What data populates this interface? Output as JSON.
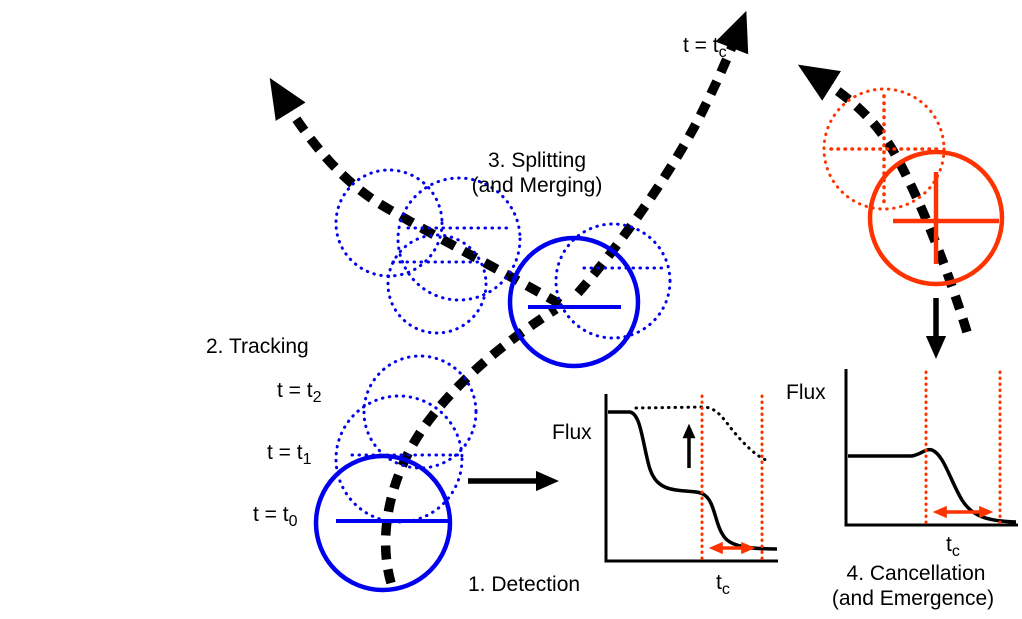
{
  "colors": {
    "blue": "#0000EE",
    "red": "#FF3300",
    "black": "#000000"
  },
  "labels": {
    "top_time": {
      "base": "t = t",
      "sub": "c"
    },
    "splitting_line1": "3. Splitting",
    "splitting_line2": "(and Merging)",
    "tracking": "2. Tracking",
    "time2": {
      "base": "t = t",
      "sub": "2"
    },
    "time1": {
      "base": "t = t",
      "sub": "1"
    },
    "time0": {
      "base": "t = t",
      "sub": "0"
    },
    "detection": "1. Detection",
    "cancellation_line1": "4. Cancellation",
    "cancellation_line2": "(and  Emergence)"
  },
  "plots": {
    "detection": {
      "ylabel": "Flux",
      "xtick": {
        "base": "t",
        "sub": "c"
      }
    },
    "cancellation": {
      "ylabel": "Flux",
      "xtick": {
        "base": "t",
        "sub": "c"
      }
    }
  }
}
